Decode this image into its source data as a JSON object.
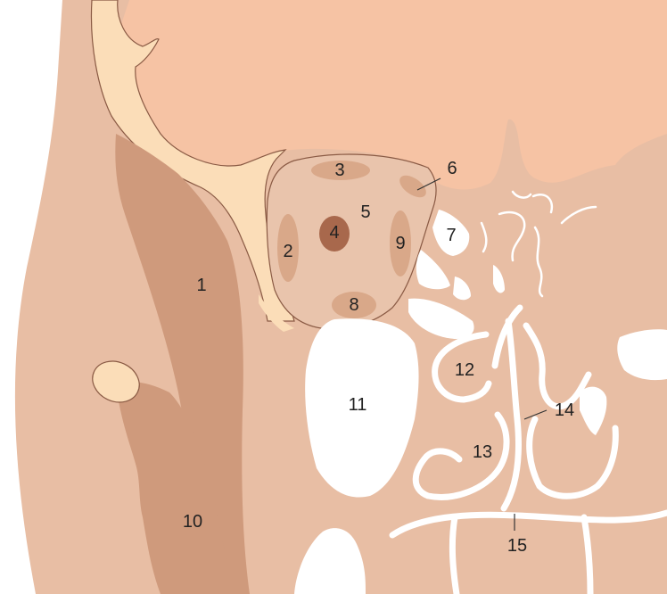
{
  "colors": {
    "background": "#ffffff",
    "skin": "#e8bea4",
    "brain": "#f6c3a4",
    "bone": "#fbddb8",
    "muscle": "#cf9a7c",
    "orbit_fat": "#e9c4ac",
    "eye_muscle": "#d9a889",
    "optic_nerve": "#a8684c",
    "air_space": "#ffffff",
    "outline": "#8a5a44"
  },
  "labels": [
    {
      "id": "label-1",
      "text": "1"
    },
    {
      "id": "label-2",
      "text": "2"
    },
    {
      "id": "label-3",
      "text": "3"
    },
    {
      "id": "label-4",
      "text": "4"
    },
    {
      "id": "label-5",
      "text": "5"
    },
    {
      "id": "label-6",
      "text": "6"
    },
    {
      "id": "label-7",
      "text": "7"
    },
    {
      "id": "label-8",
      "text": "8"
    },
    {
      "id": "label-9",
      "text": "9"
    },
    {
      "id": "label-10",
      "text": "10"
    },
    {
      "id": "label-11",
      "text": "11"
    },
    {
      "id": "label-12",
      "text": "12"
    },
    {
      "id": "label-13",
      "text": "13"
    },
    {
      "id": "label-14",
      "text": "14"
    },
    {
      "id": "label-15",
      "text": "15"
    }
  ]
}
